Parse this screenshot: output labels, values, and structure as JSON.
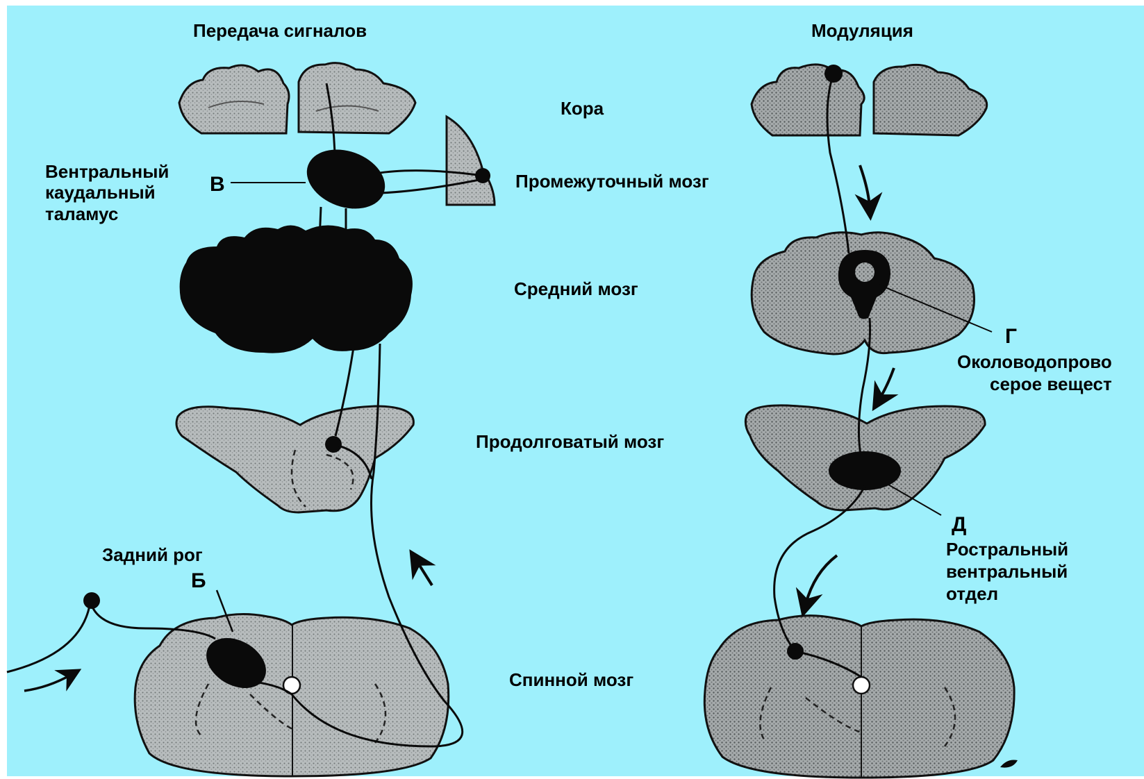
{
  "colors": {
    "background": "#9ef0fc",
    "stipple": "#b4b9ba",
    "dark": "#0a0a0a",
    "outline": "#111111"
  },
  "headings": {
    "left": "Передача сигналов",
    "right": "Модуляция"
  },
  "levels": {
    "cortex": "Кора",
    "diencephalon": "Промежуточный мозг",
    "midbrain": "Средний мозг",
    "medulla": "Продолговатый мозг",
    "spinal": "Спинной мозг"
  },
  "left_labels": {
    "thalamus": [
      "Вентральный",
      "каудальный",
      "таламус"
    ],
    "thalamus_letter": "В",
    "dorsal_horn": "Задний рог",
    "dorsal_horn_letter": "Б"
  },
  "right_labels": {
    "pag_letter": "Г",
    "pag": [
      "Околоводопрово",
      "серое вещест"
    ],
    "rvm_letter": "Д",
    "rvm": [
      "Ростральный",
      "вентральный",
      "отдел"
    ]
  }
}
